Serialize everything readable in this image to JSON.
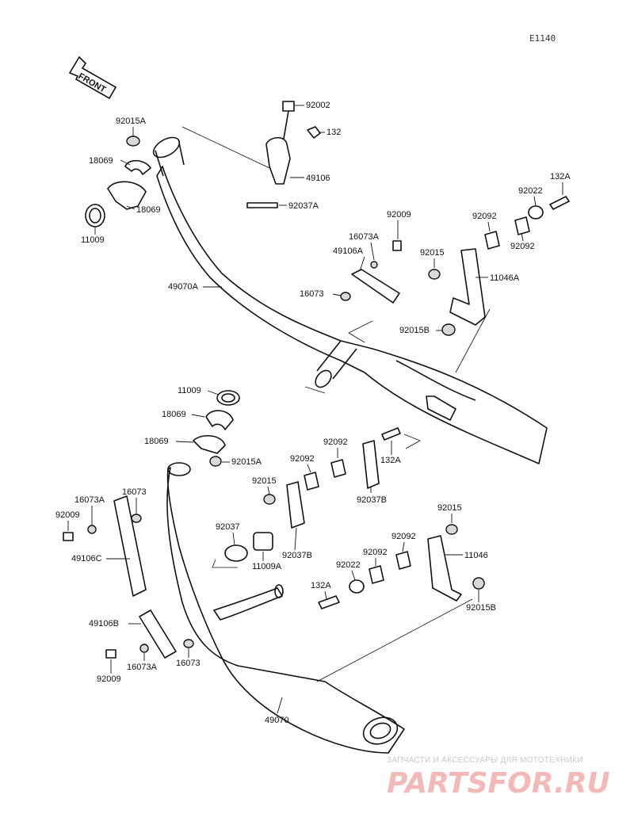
{
  "diagram_code": "E1140",
  "front_label": "FRONT",
  "parts": {
    "p92002": "92002",
    "p132": "132",
    "p92015A_top": "92015A",
    "p18069_a": "18069",
    "p18069_b": "18069",
    "p11009_top": "11009",
    "p49106": "49106",
    "p92037A": "92037A",
    "p132A_top": "132A",
    "p92022_top": "92022",
    "p92009_top": "92009",
    "p92092_top1": "92092",
    "p92092_top2": "92092",
    "p16073A_top": "16073A",
    "p49106A": "49106A",
    "p92015_top": "92015",
    "p11046A": "11046A",
    "p49070A": "49070A",
    "p16073_top": "16073",
    "p92015B_top": "92015B",
    "p11009_mid": "11009",
    "p18069_c": "18069",
    "p18069_d": "18069",
    "p92015A_mid": "92015A",
    "p92092_mid1": "92092",
    "p92092_mid2": "92092",
    "p132A_mid": "132A",
    "p92015_mid": "92015",
    "p92037B_a": "92037B",
    "p16073A_left": "16073A",
    "p16073_left": "16073",
    "p92009_left": "92009",
    "p49106C": "49106C",
    "p92037": "92037",
    "p11009A": "11009A",
    "p92037B_b": "92037B",
    "p92015_right": "92015",
    "p92092_low1": "92092",
    "p92092_low2": "92092",
    "p11046": "11046",
    "p92022_low": "92022",
    "p132A_low": "132A",
    "p92015B_low": "92015B",
    "p49106B": "49106B",
    "p92009_bottom": "92009",
    "p16073A_bottom": "16073A",
    "p16073_bottom": "16073",
    "p49070": "49070"
  },
  "watermark": {
    "tagline": "ЗАПЧАСТИ И АКСЕССУАРЫ ДЛЯ МОТОТЕХНИКИ",
    "logo": "PARTSFOR.RU"
  }
}
